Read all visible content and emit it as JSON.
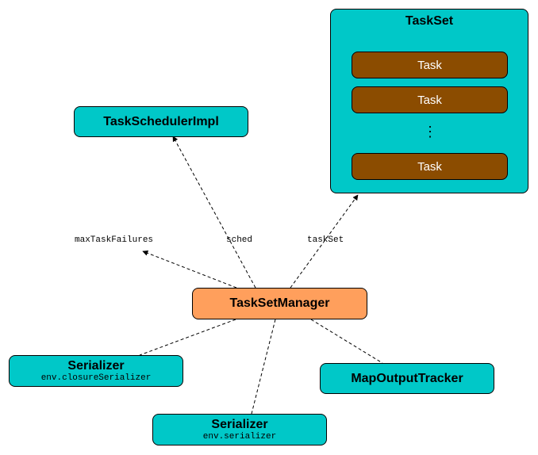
{
  "nodes": {
    "taskset": {
      "title": "TaskSet",
      "tasks": [
        "Task",
        "Task",
        "Task"
      ],
      "ellipsis": "⋮"
    },
    "scheduler": {
      "title": "TaskSchedulerImpl"
    },
    "manager": {
      "title": "TaskSetManager"
    },
    "serializer_closure": {
      "title": "Serializer",
      "subtitle": "env.closureSerializer"
    },
    "serializer_env": {
      "title": "Serializer",
      "subtitle": "env.serializer"
    },
    "map_output": {
      "title": "MapOutputTracker"
    }
  },
  "edges": {
    "max_task_failures": "maxTaskFailures",
    "sched": "sched",
    "task_set": "taskSet"
  },
  "colors": {
    "cyan": "#00c8c8",
    "orange": "#ff9f5c",
    "task_brown": "#8b4c00"
  }
}
